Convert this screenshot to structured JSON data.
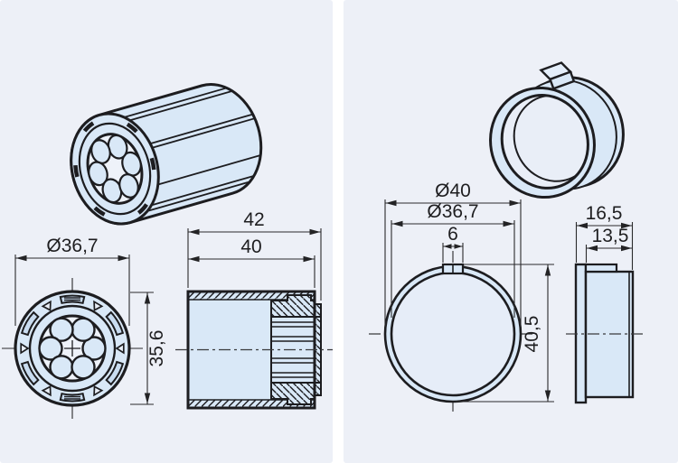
{
  "colors": {
    "panel_bg": "#edf0f7",
    "part_fill": "#d9e8f7",
    "bore_fill": "#eef2f9",
    "slot_fill": "#c9dcf0",
    "outline": "#1d1d20",
    "dimension": "#232325"
  },
  "left_panel": {
    "part": "tube-adapter",
    "dimensions": {
      "diameter": "Ø36,7",
      "height": "35,6",
      "length_total": "42",
      "length_body": "40"
    }
  },
  "right_panel": {
    "part": "adapter-ring",
    "dimensions": {
      "diameter_outer": "Ø40",
      "diameter_inner": "Ø36,7",
      "tab_width": "6",
      "height_overall": "40,5",
      "depth_total": "16,5",
      "depth_body": "13,5"
    }
  }
}
